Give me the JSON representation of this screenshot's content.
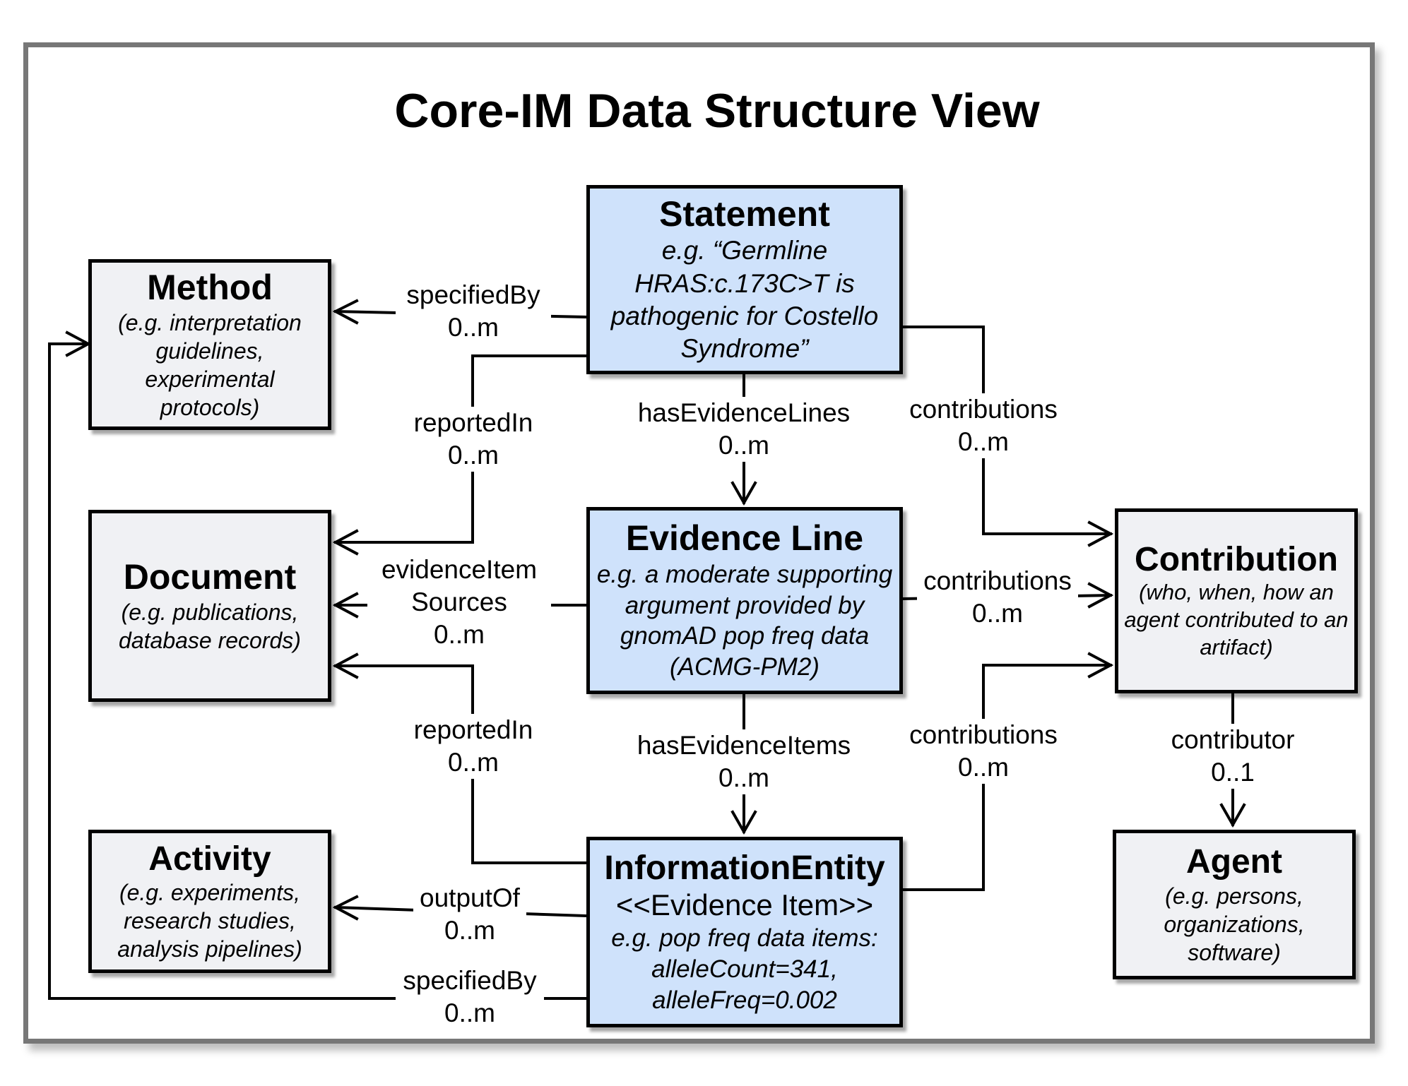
{
  "title": "Core-IM Data Structure View",
  "colors": {
    "core_fill": "#cfe2fb",
    "entity_fill": "#f0f1f4",
    "frame": "#777777"
  },
  "nodes": {
    "statement": {
      "name": "Statement",
      "desc": "e.g. “Germline HRAS:c.173C>T is pathogenic for Costello Syndrome”"
    },
    "evidence_line": {
      "name": "Evidence Line",
      "desc": "e.g. a moderate supporting argument provided by gnomAD pop freq data (ACMG-PM2)"
    },
    "information_entity": {
      "name": "InformationEntity",
      "stereotype": "<<Evidence Item>>",
      "desc": "e.g. pop freq data items: alleleCount=341, alleleFreq=0.002"
    },
    "method": {
      "name": "Method",
      "desc": "(e.g. interpretation guidelines, experimental protocols)"
    },
    "document": {
      "name": "Document",
      "desc": "(e.g. publications, database records)"
    },
    "activity": {
      "name": "Activity",
      "desc": "(e.g. experiments, research studies, analysis pipelines)"
    },
    "contribution": {
      "name": "Contribution",
      "desc": "(who, when, how an agent contributed to an artifact)"
    },
    "agent": {
      "name": "Agent",
      "desc": "(e.g. persons, organizations, software)"
    }
  },
  "edges": {
    "stmt_specified_by": {
      "label": "specifiedBy",
      "card": "0..m"
    },
    "stmt_reported_in": {
      "label": "reportedIn",
      "card": "0..m"
    },
    "stmt_has_evidence_lines": {
      "label": "hasEvidenceLines",
      "card": "0..m"
    },
    "stmt_contributions": {
      "label": "contributions",
      "card": "0..m"
    },
    "el_evidence_item_sources": {
      "label1": "evidenceItem",
      "label2": "Sources",
      "card": "0..m"
    },
    "el_contributions": {
      "label": "contributions",
      "card": "0..m"
    },
    "el_has_evidence_items": {
      "label": "hasEvidenceItems",
      "card": "0..m"
    },
    "ie_reported_in": {
      "label": "reportedIn",
      "card": "0..m"
    },
    "ie_contributions": {
      "label": "contributions",
      "card": "0..m"
    },
    "ie_output_of": {
      "label": "outputOf",
      "card": "0..m"
    },
    "ie_specified_by": {
      "label": "specifiedBy",
      "card": "0..m"
    },
    "contribution_contributor": {
      "label": "contributor",
      "card": "0..1"
    }
  }
}
